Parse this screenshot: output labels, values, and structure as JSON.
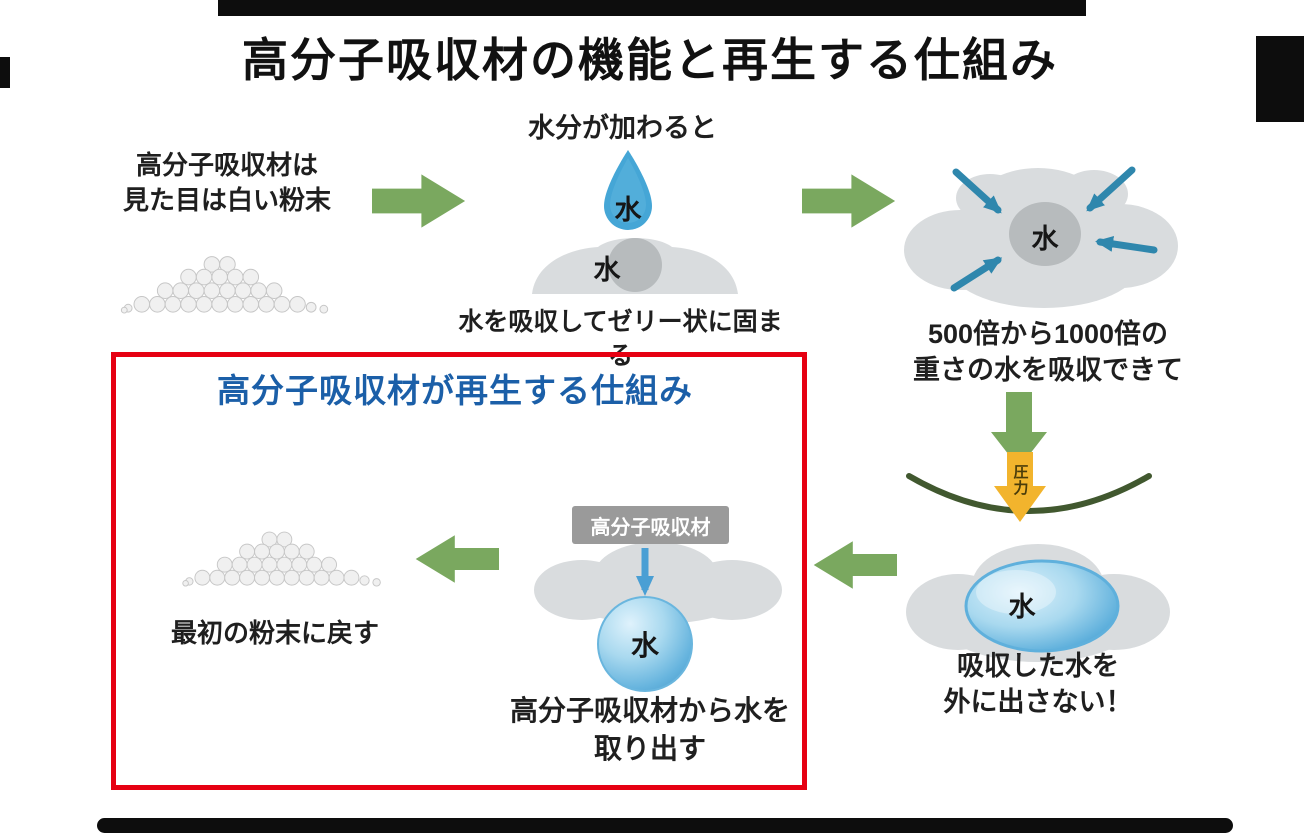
{
  "title": "高分子吸収材の機能と再生する仕組み",
  "flow": {
    "powder": {
      "line1": "高分子吸収材は",
      "line2": "見た目は白い粉末"
    },
    "absorb": {
      "top_caption": "水分が加わると",
      "droplet_label": "水",
      "gel_label": "水",
      "bottom_caption": "水を吸収してゼリー状に固まる"
    },
    "capacity": {
      "water_label": "水",
      "line1": "500倍から1000倍の",
      "line2": "重さの水を吸収できて"
    },
    "pressure_label": "圧力",
    "retain": {
      "water_label": "水",
      "line1": "吸収した水を",
      "line2": "外に出さない！"
    }
  },
  "regeneration": {
    "title": "高分子吸収材が再生する仕組み",
    "absorber_tag": "高分子吸収材",
    "water_label": "水",
    "line1": "高分子吸収材から水を",
    "line2": "取り出す",
    "powder_caption": "最初の粉末に戻す"
  },
  "colors": {
    "flow_arrow_green": "#7AA85F",
    "inward_arrow_teal": "#2F87AD",
    "water_blue": "#45A6D6",
    "gel_gray": "#D9DCDE",
    "pressure_yellow": "#F2B42D",
    "pressure_curve_green": "#41582F",
    "regen_border_red": "#E60012",
    "regen_title_blue": "#1B5FA8"
  }
}
